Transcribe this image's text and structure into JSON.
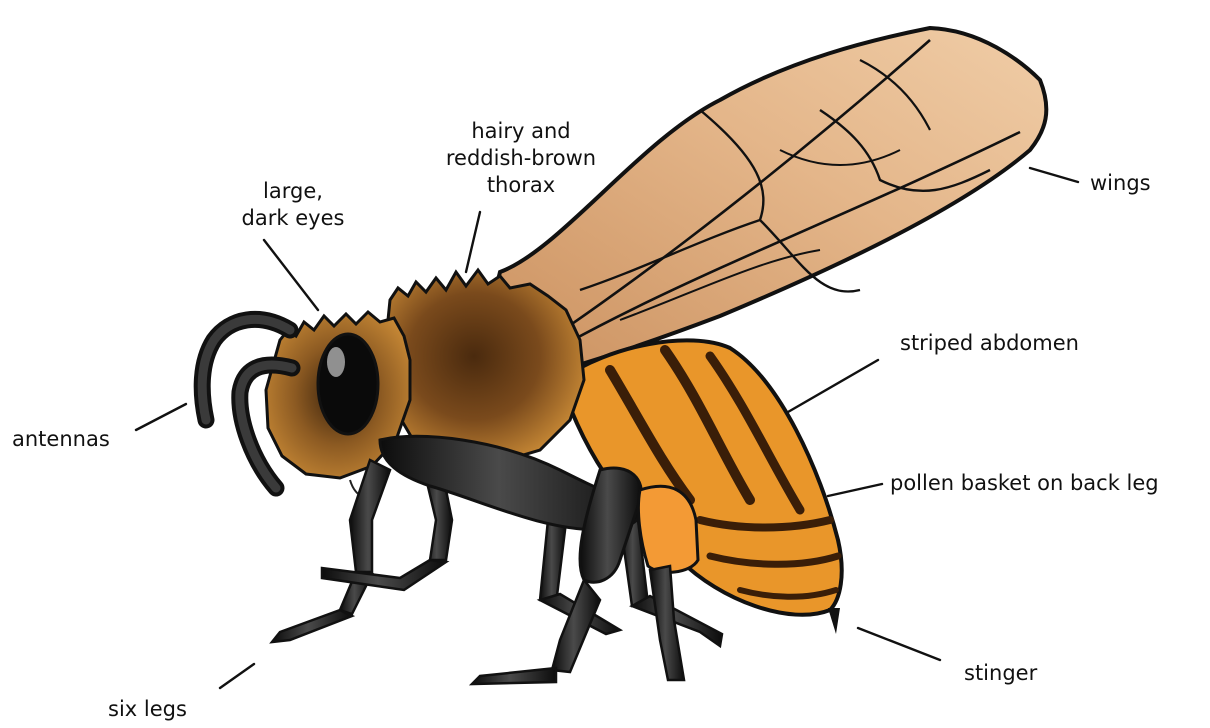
{
  "labels": {
    "thorax_l1": "hairy and",
    "thorax_l2": "reddish-brown",
    "thorax_l3": "thorax",
    "eyes_l1": "large,",
    "eyes_l2": "dark eyes",
    "wings": "wings",
    "abdomen": "striped abdomen",
    "antennas": "antennas",
    "pollen": "pollen basket on back leg",
    "stinger": "stinger",
    "legs": "six legs"
  },
  "colors": {
    "outline": "#111111",
    "wing_fill": "#dca77a",
    "wing_light": "#f2d2b0",
    "thorax_fill": "#c4832f",
    "thorax_dark": "#5a3614",
    "abdomen_fill": "#e9962a",
    "abdomen_stripe": "#3a1e08",
    "leg_fill": "#1c1c1c",
    "pollen_fill": "#f39a35"
  }
}
